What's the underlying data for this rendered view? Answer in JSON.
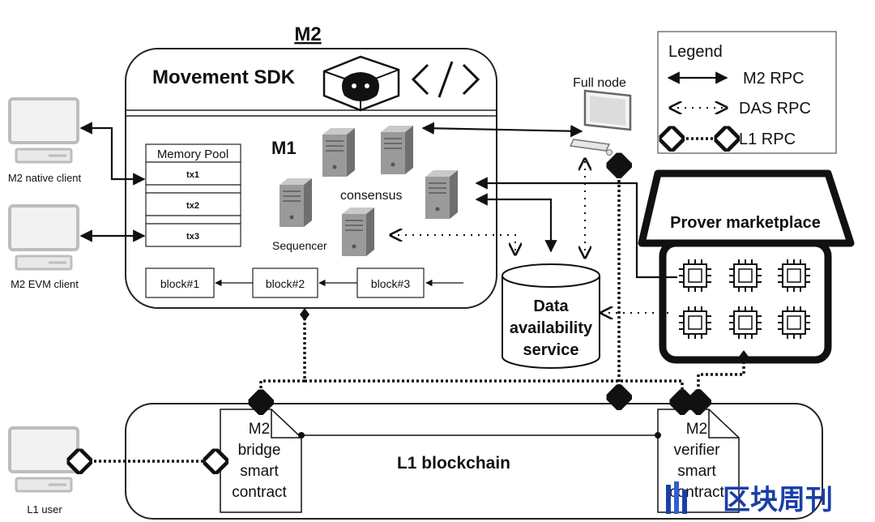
{
  "m2_title": "M2",
  "movement_sdk": "Movement SDK",
  "m1": "M1",
  "consensus": "consensus",
  "sequencer": "Sequencer",
  "memory_pool": {
    "title": "Memory Pool",
    "txs": [
      "tx1",
      "tx2",
      "tx3"
    ]
  },
  "blocks": [
    "block#1",
    "block#2",
    "block#3"
  ],
  "clients": {
    "native": "M2 native client",
    "evm": "M2 EVM client",
    "l1_user": "L1 user"
  },
  "full_node": "Full node",
  "prover_marketplace": "Prover marketplace",
  "data_availability": [
    "Data",
    "availability",
    "service"
  ],
  "l1_blockchain": "L1 blockchain",
  "bridge_contract": [
    "M2",
    "bridge",
    "smart",
    "contract"
  ],
  "verifier_contract": [
    "M2",
    "verifier",
    "smart",
    "contract"
  ],
  "legend": {
    "title": "Legend",
    "items": [
      "M2 RPC",
      "DAS RPC",
      "L1 RPC"
    ]
  },
  "watermark": "区块周刊",
  "colors": {
    "ink": "#111111",
    "server": "#8f8f8f",
    "watermark": "#1a3fa8"
  }
}
